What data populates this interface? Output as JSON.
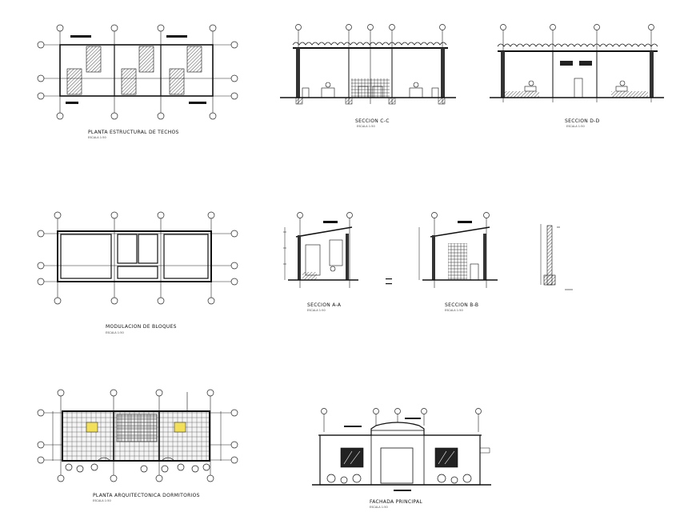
{
  "drawings": [
    {
      "id": "roof-plan",
      "title": "PLANTA ESTRUCTURAL DE TECHOS",
      "scale": "ESCALA 1:50"
    },
    {
      "id": "section-cc",
      "title": "SECCION C-C",
      "scale": "ESCALA 1:50"
    },
    {
      "id": "section-dd",
      "title": "SECCION D-D",
      "scale": "ESCALA 1:50"
    },
    {
      "id": "block-modulation",
      "title": "MODULACION DE BLOQUES",
      "scale": "ESCALA 1:50"
    },
    {
      "id": "section-aa",
      "title": "SECCION A-A",
      "scale": "ESCALA 1:50"
    },
    {
      "id": "section-bb",
      "title": "SECCION B-B",
      "scale": "ESCALA 1:50"
    },
    {
      "id": "dorm-plan",
      "title": "PLANTA ARQUITECTONICA DORMITORIOS",
      "scale": "ESCALA 1:50"
    },
    {
      "id": "main-facade",
      "title": "FACHADA PRINCIPAL",
      "scale": "ESCALA 1:50"
    }
  ],
  "colors": {
    "ink": "#111111",
    "hatch": "#333333",
    "yellow": "#f2e05a",
    "paper": "#ffffff"
  }
}
